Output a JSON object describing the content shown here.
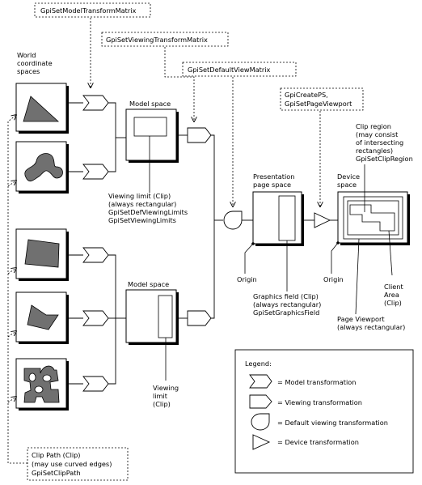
{
  "callouts": {
    "model_transform_fn": "GpiSetModelTransformMatrix",
    "viewing_transform_fn": "GpiSetViewingTransformMatrix",
    "default_view_fn": "GpiSetDefaultViewMatrix",
    "create_ps_fn1": "GpiCreatePS,",
    "create_ps_fn2": "GpiSetPageViewport"
  },
  "world": {
    "line1": "World",
    "line2": "coordinate",
    "line3": "spaces"
  },
  "model_space_top": "Model space",
  "model_space_bottom": "Model space",
  "viewing_limit_top": {
    "line1": "Viewing limit (Clip)",
    "line2": "(always rectangular)",
    "line3": "GpiSetDefViewingLimits",
    "line4": "GpiSetViewingLimits"
  },
  "viewing_limit_bottom": {
    "line1": "Viewing",
    "line2": "limit",
    "line3": "(Clip)"
  },
  "presentation": {
    "line1": "Presentation",
    "line2": "page space"
  },
  "device": {
    "line1": "Device",
    "line2": "space"
  },
  "clip_region": {
    "line1": "Clip region",
    "line2": "(may consist",
    "line3": "of intersecting",
    "line4": "rectangles)",
    "line5": "GpiSetClipRegion"
  },
  "origin_presentation": "Origin",
  "origin_device": "Origin",
  "graphics_field": {
    "line1": "Graphics field (Clip)",
    "line2": "(always rectangular)",
    "line3": "GpiSetGraphicsField"
  },
  "client_area": {
    "line1": "Client",
    "line2": "Area",
    "line3": "(Clip)"
  },
  "page_viewport": {
    "line1": "Page Viewport",
    "line2": "(always rectangular)"
  },
  "clip_path": {
    "line1": "Clip Path (Clip)",
    "line2": "(may use curved edges)",
    "line3": "GpiSetClipPath"
  },
  "legend": {
    "title": "Legend:",
    "model": "= Model transformation",
    "viewing": "= Viewing transformation",
    "default_viewing": "= Default viewing transformation",
    "device": "= Device transformation"
  },
  "colors": {
    "shape_fill": "#707070",
    "outline": "#000000",
    "background": "#ffffff"
  }
}
